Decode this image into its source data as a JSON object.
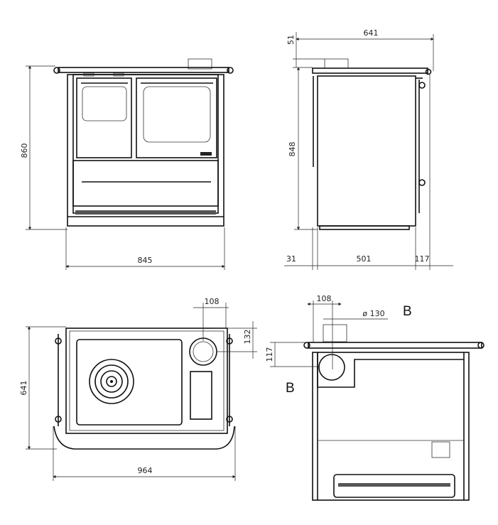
{
  "front_view": {
    "width_label": "845",
    "height_label": "860"
  },
  "side_view": {
    "depth_label": "641",
    "flue_height_label": "51",
    "height_label": "848",
    "rear_offset_label": "31",
    "body_depth_label": "501",
    "front_offset_label": "117"
  },
  "top_view": {
    "flue_offset_label": "108",
    "flue_depth_label": "132",
    "depth_label": "641",
    "width_label": "964"
  },
  "back_view": {
    "flue_offset_label": "108",
    "flue_diameter_label": "ø 130",
    "section_label_top": "B",
    "flue_height_label": "117",
    "section_label_side": "B"
  }
}
